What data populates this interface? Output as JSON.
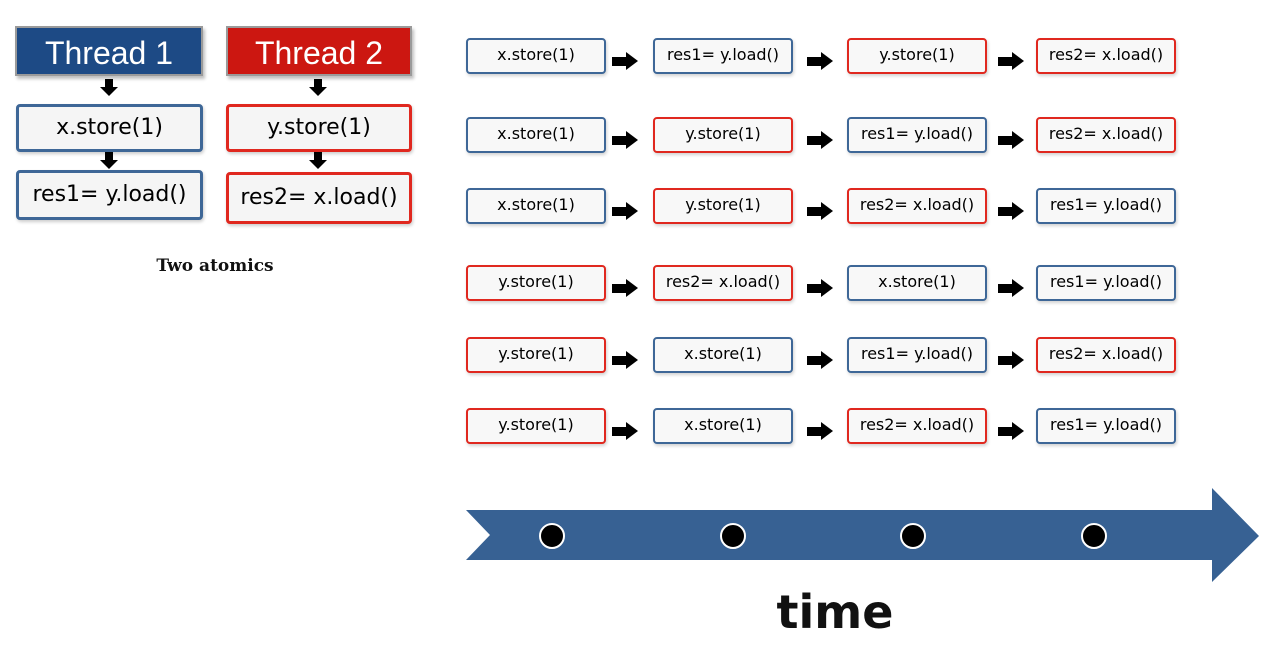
{
  "threads": {
    "thread1": {
      "title": "Thread 1",
      "ops": [
        "x.store(1)",
        "res1= y.load()"
      ]
    },
    "thread2": {
      "title": "Thread 2",
      "ops": [
        "y.store(1)",
        "res2= x.load()"
      ]
    }
  },
  "caption": "Two atomics",
  "interleavings": [
    {
      "steps": [
        {
          "text": "x.store(1)",
          "thread": 1
        },
        {
          "text": "res1= y.load()",
          "thread": 1
        },
        {
          "text": "y.store(1)",
          "thread": 2
        },
        {
          "text": "res2= x.load()",
          "thread": 2
        }
      ]
    },
    {
      "steps": [
        {
          "text": "x.store(1)",
          "thread": 1
        },
        {
          "text": "y.store(1)",
          "thread": 2
        },
        {
          "text": "res1= y.load()",
          "thread": 1
        },
        {
          "text": "res2= x.load()",
          "thread": 2
        }
      ]
    },
    {
      "steps": [
        {
          "text": "x.store(1)",
          "thread": 1
        },
        {
          "text": "y.store(1)",
          "thread": 2
        },
        {
          "text": "res2= x.load()",
          "thread": 2
        },
        {
          "text": "res1= y.load()",
          "thread": 1
        }
      ]
    },
    {
      "steps": [
        {
          "text": "y.store(1)",
          "thread": 2
        },
        {
          "text": "res2= x.load()",
          "thread": 2
        },
        {
          "text": "x.store(1)",
          "thread": 1
        },
        {
          "text": "res1= y.load()",
          "thread": 1
        }
      ]
    },
    {
      "steps": [
        {
          "text": "y.store(1)",
          "thread": 2
        },
        {
          "text": "x.store(1)",
          "thread": 1
        },
        {
          "text": "res1= y.load()",
          "thread": 1
        },
        {
          "text": "res2= x.load()",
          "thread": 2
        }
      ]
    },
    {
      "steps": [
        {
          "text": "y.store(1)",
          "thread": 2
        },
        {
          "text": "x.store(1)",
          "thread": 1
        },
        {
          "text": "res2= x.load()",
          "thread": 2
        },
        {
          "text": "res1= y.load()",
          "thread": 1
        }
      ]
    }
  ],
  "timeline": {
    "label": "time",
    "marker_count": 4
  },
  "colors": {
    "thread1": "#3e6797",
    "thread2": "#e0281f",
    "thread1_header": "#1d4a85",
    "thread2_header": "#cc1711",
    "timeline_arrow": "#376193"
  }
}
